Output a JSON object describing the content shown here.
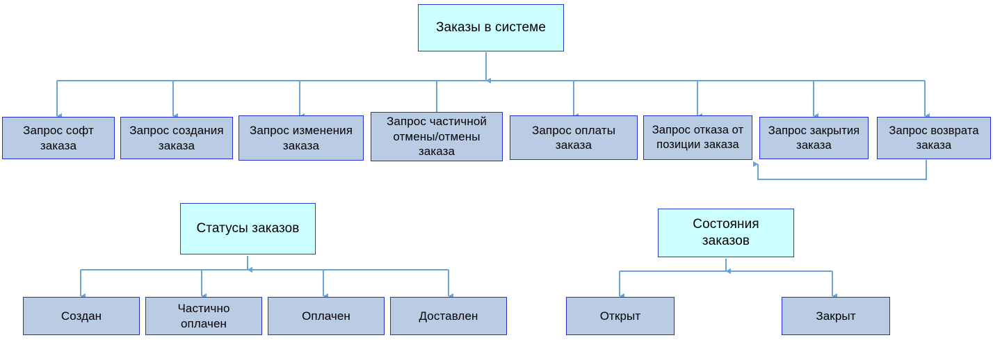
{
  "diagram": {
    "title_root": "Заказы в системе",
    "palette": {
      "root_fill": "#ccffff",
      "root_border": "#2b3fd4",
      "leaf_fill": "#b9cce4",
      "leaf_border": "#1f31cf",
      "connector": "#6ba2d8",
      "text": "#000000",
      "background": "#ffffff"
    },
    "groups": [
      {
        "id": "orders-in-system",
        "root_label": "Заказы в системе",
        "children": [
          "Запрос софт\nзаказа",
          "Запрос создания\nзаказа",
          "Запрос изменения\nзаказа",
          "Запрос частичной\nотмены/отмены\nзаказа",
          "Запрос оплаты\nзаказа",
          "Запрос отказа от\nпозиции заказа",
          "Запрос закрытия\nзаказа",
          "Запрос возврата\nзаказа"
        ],
        "feedback_edge": {
          "from": "Запрос возврата заказа",
          "to": "Запрос отказа от позиции заказа"
        }
      },
      {
        "id": "order-statuses",
        "root_label": "Статусы заказов",
        "children": [
          "Создан",
          "Частично\nоплачен",
          "Оплачен",
          "Доставлен"
        ]
      },
      {
        "id": "order-states",
        "root_label": "Состояния\nзаказов",
        "children": [
          "Открыт",
          "Закрыт"
        ]
      }
    ]
  }
}
